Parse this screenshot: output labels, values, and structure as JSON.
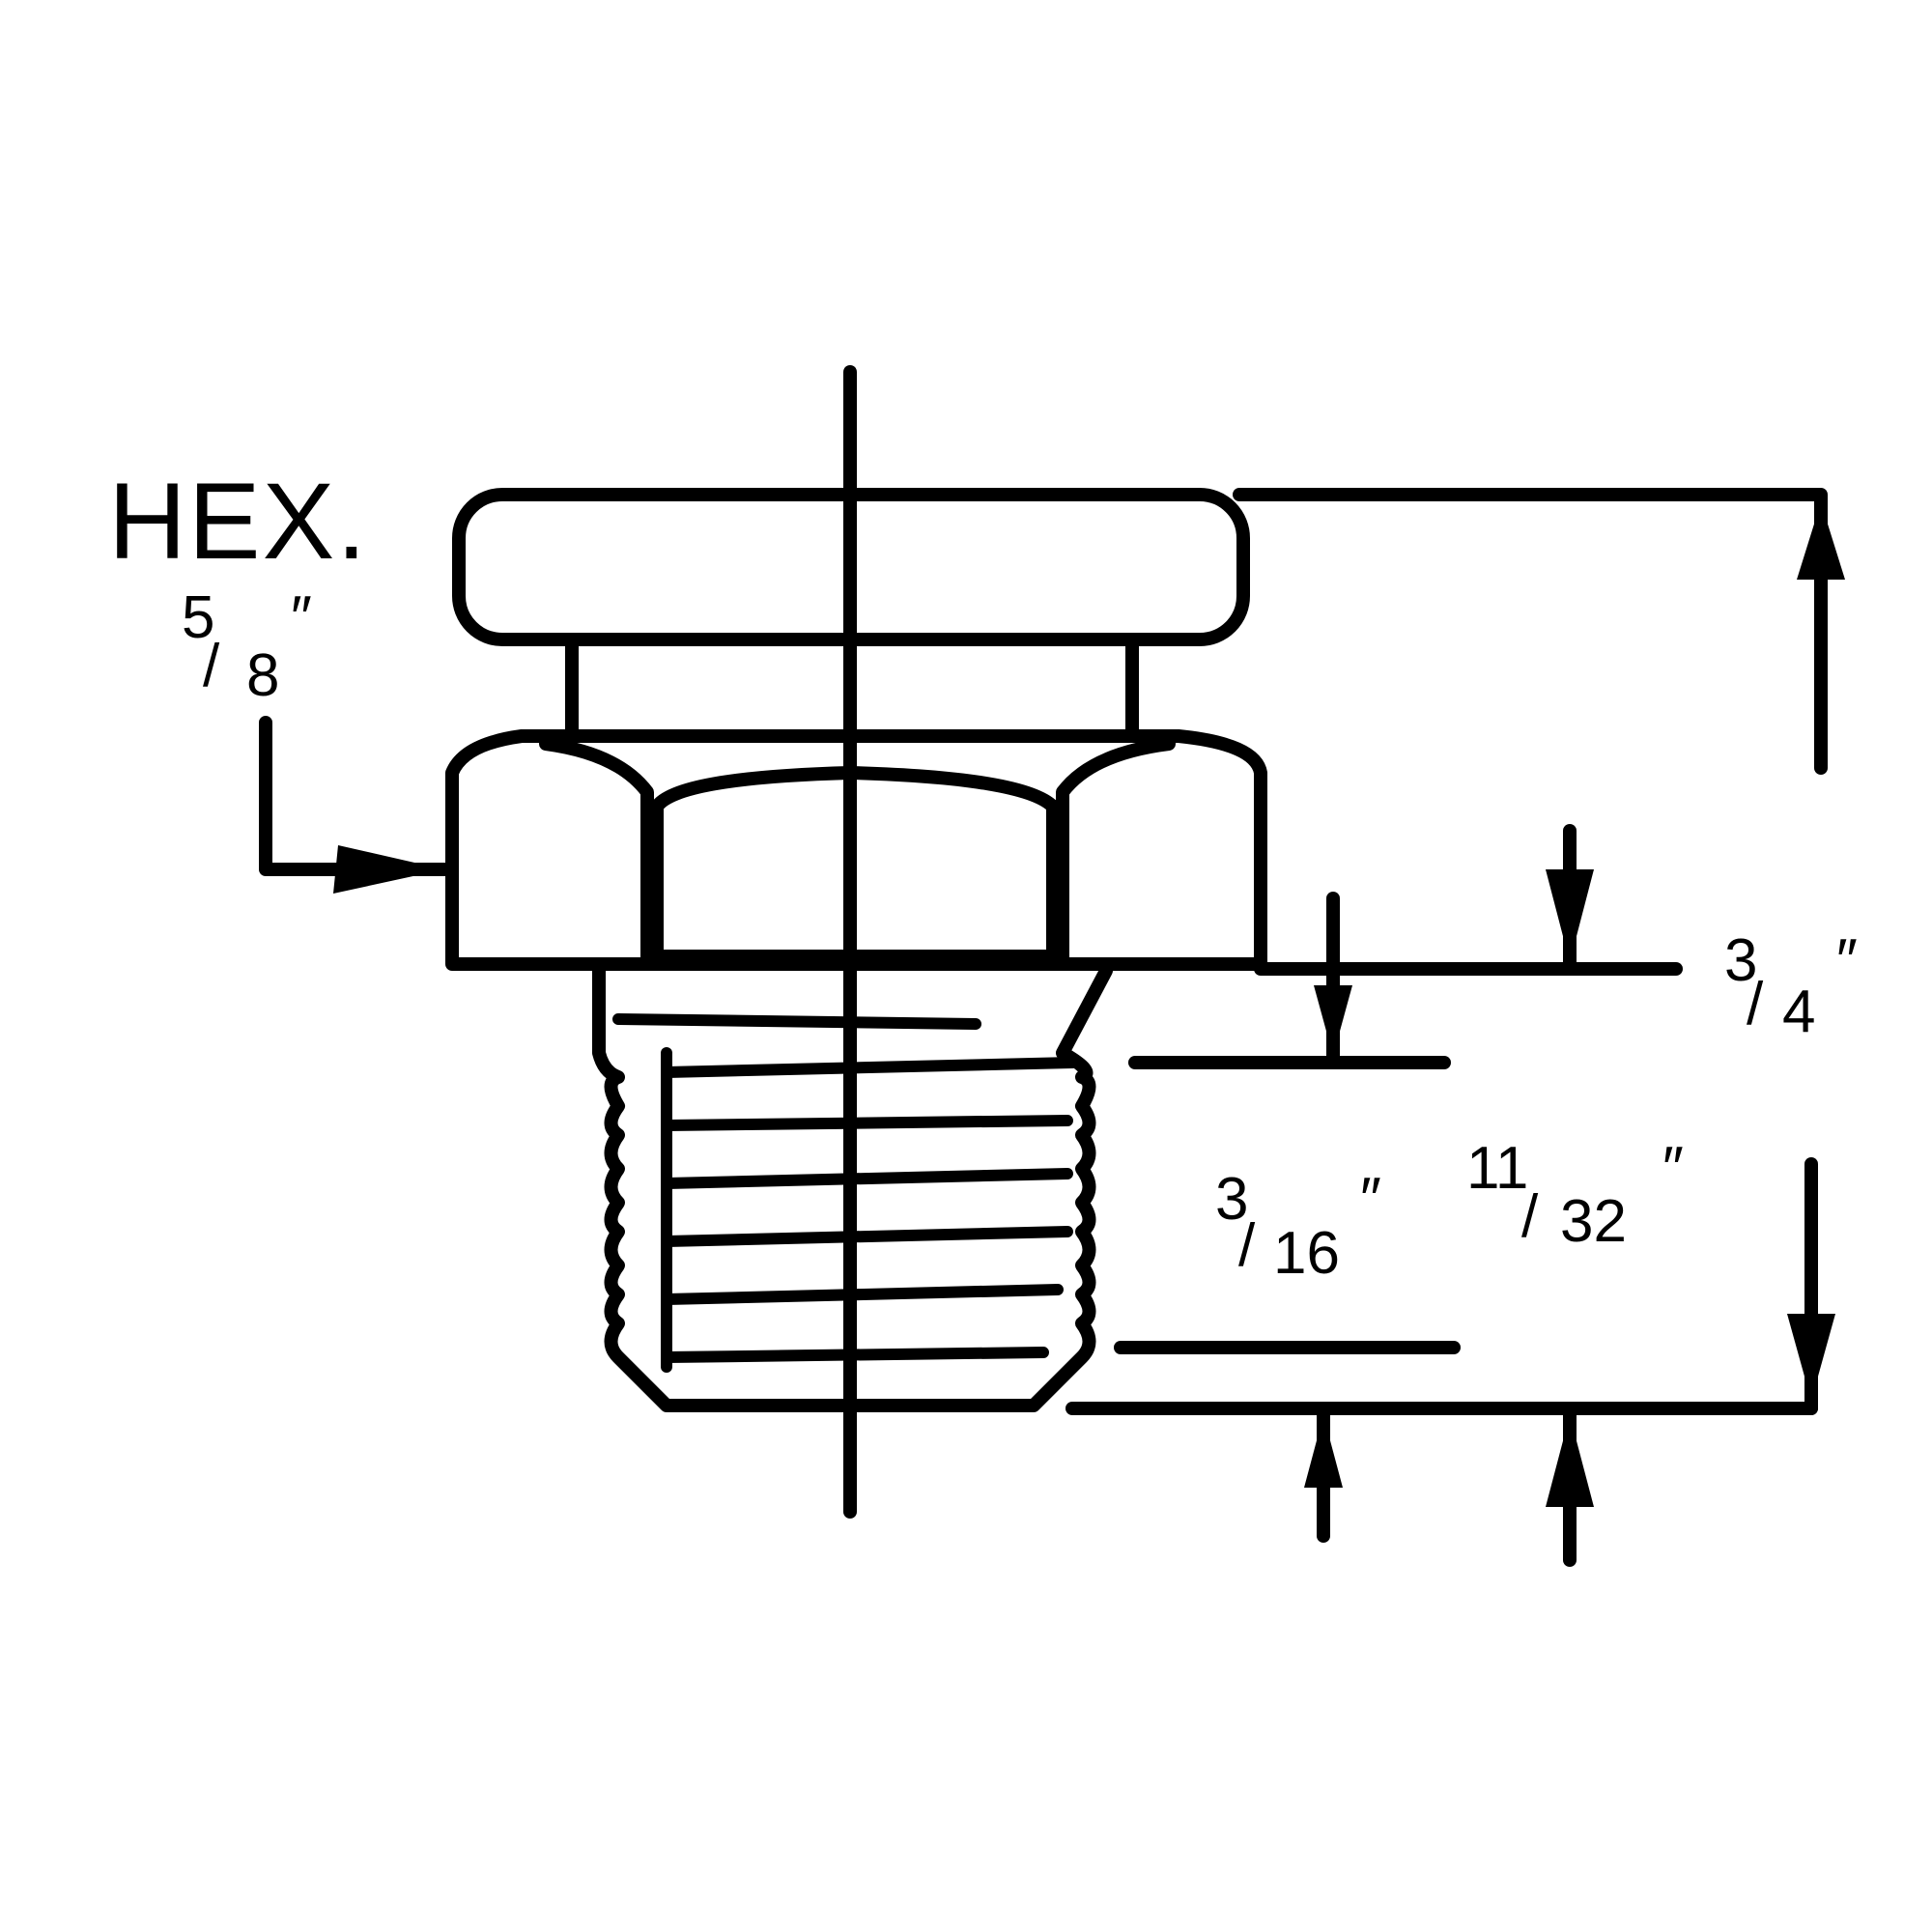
{
  "drawing": {
    "hex_label": "HEX.",
    "hex_size": {
      "num": "5",
      "den": "8",
      "unit": "″"
    },
    "overall_height": {
      "num": "3",
      "den": "4",
      "unit": "″"
    },
    "thread_start": {
      "num": "3",
      "den": "16",
      "unit": "″"
    },
    "thread_length": {
      "num": "11",
      "den": "32",
      "unit": "″"
    },
    "colors": {
      "ink": "#000000",
      "paper": "#ffffff"
    }
  }
}
